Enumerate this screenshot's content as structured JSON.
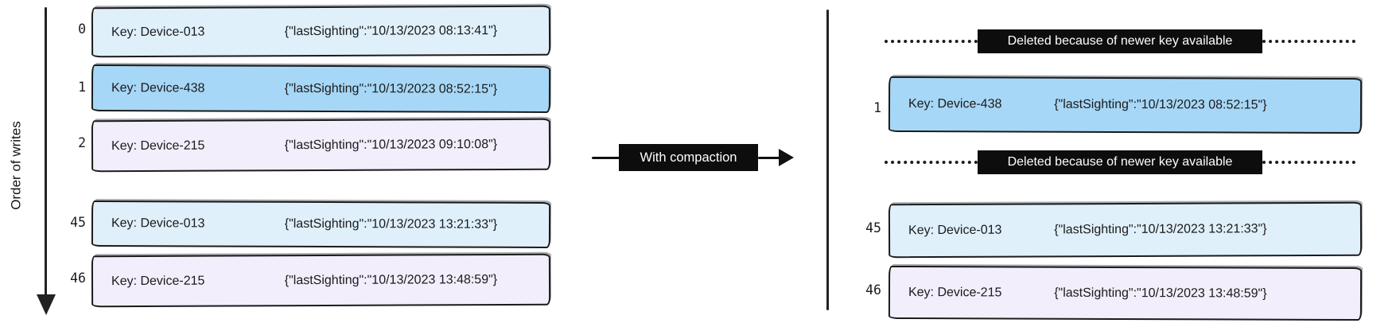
{
  "title": "Log compaction diagram",
  "colors": {
    "light_blue_row": "#dff0fb",
    "medium_blue_row": "#a7d7f6",
    "lavender_row": "#f2eefb",
    "label_chip_bg": "#0d0d0d",
    "label_chip_text": "#ffffff",
    "stroke": "#1b1b1b"
  },
  "left_panel": {
    "axis_label": "Order of writes",
    "rows": [
      {
        "index": "0",
        "key": "Key: Device-013",
        "value": "{\"lastSighting\":\"10/13/2023 08:13:41\"}",
        "color": "light_blue"
      },
      {
        "index": "1",
        "key": "Key: Device-438",
        "value": "{\"lastSighting\":\"10/13/2023 08:52:15\"}",
        "color": "medium_blue"
      },
      {
        "index": "2",
        "key": "Key: Device-215",
        "value": "{\"lastSighting\":\"10/13/2023 09:10:08\"}",
        "color": "lavender"
      },
      {
        "index": "45",
        "key": "Key: Device-013",
        "value": "{\"lastSighting\":\"10/13/2023 13:21:33\"}",
        "color": "light_blue"
      },
      {
        "index": "46",
        "key": "Key: Device-215",
        "value": "{\"lastSighting\":\"10/13/2023 13:48:59\"}",
        "color": "lavender"
      }
    ]
  },
  "transform_arrow": {
    "label": "With compaction"
  },
  "right_panel": {
    "rows": [
      {
        "type": "deleted",
        "label": "Deleted because of newer key available"
      },
      {
        "type": "record",
        "index": "1",
        "key": "Key: Device-438",
        "value": "{\"lastSighting\":\"10/13/2023 08:52:15\"}",
        "color": "medium_blue"
      },
      {
        "type": "deleted",
        "label": "Deleted because of newer key available"
      },
      {
        "type": "record",
        "index": "45",
        "key": "Key: Device-013",
        "value": "{\"lastSighting\":\"10/13/2023 13:21:33\"}",
        "color": "light_blue"
      },
      {
        "type": "record",
        "index": "46",
        "key": "Key: Device-215",
        "value": "{\"lastSighting\":\"10/13/2023 13:48:59\"}",
        "color": "lavender"
      }
    ]
  }
}
